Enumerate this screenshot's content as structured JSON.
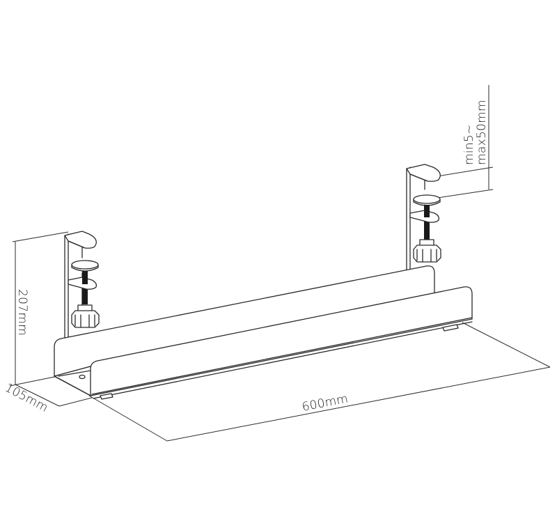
{
  "diagram": {
    "type": "technical-dimension-drawing",
    "subject": "under-desk cable management tray with two clamp brackets",
    "dimensions": {
      "clamp_range": {
        "line1": "min5~",
        "line2": "max50mm"
      },
      "height": "207mm",
      "depth": "105mm",
      "length": "600mm"
    },
    "colors": {
      "line": "#2a2a2a",
      "background": "#ffffff",
      "text": "#222222"
    }
  }
}
